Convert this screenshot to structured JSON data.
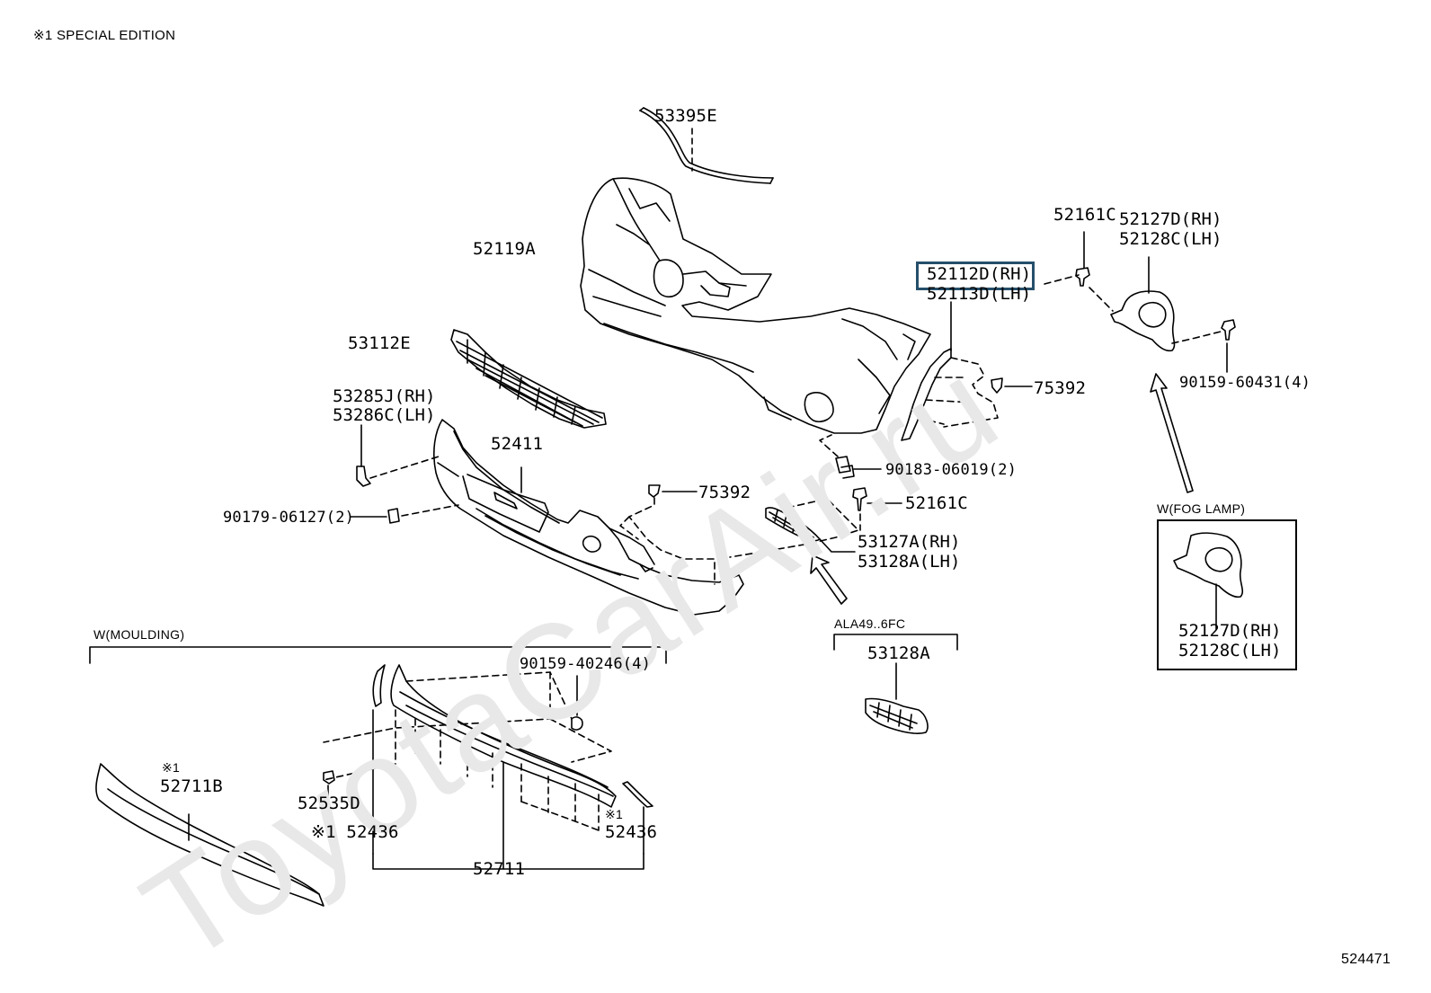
{
  "note": "※1 SPECIAL EDITION",
  "watermark": "ToyotaCarAir.ru",
  "figure_id": "524471",
  "colors": {
    "highlight": "#264f6a",
    "watermark": "#e8e8e8",
    "lines": "#000000"
  },
  "parts": {
    "p53395E": "53395E",
    "p52119A": "52119A",
    "p53112E": "53112E",
    "p53285J": "53285J(RH)",
    "p53286C": "53286C(LH)",
    "p52411": "52411",
    "p90179": "90179-06127(2)",
    "p75392a": "75392",
    "p75392b": "75392",
    "p52112D": "52112D(RH)",
    "p52113D": "52113D(LH)",
    "p52161Ca": "52161C",
    "p52161Cb": "52161C",
    "p52127Da": "52127D(RH)",
    "p52128Ca": "52128C(LH)",
    "p90159_60431": "90159-60431(4)",
    "p90183": "90183-06019(2)",
    "p53127A": "53127A(RH)",
    "p53128A_lh": "53128A(LH)",
    "p53128A": "53128A",
    "p90159_40246": "90159-40246(4)",
    "mark52711B": "※1",
    "p52711B": "52711B",
    "p52535D": "52535D",
    "p52436a": "※1 52436",
    "mark52436b": "※1",
    "p52436b": "52436",
    "p52711": "52711",
    "p52127Db": "52127D(RH)",
    "p52128Cb": "52128C(LH)"
  },
  "groups": {
    "fog_lamp": "W(FOG LAMP)",
    "moulding": "W(MOULDING)",
    "ala": "ALA49..6FC"
  }
}
